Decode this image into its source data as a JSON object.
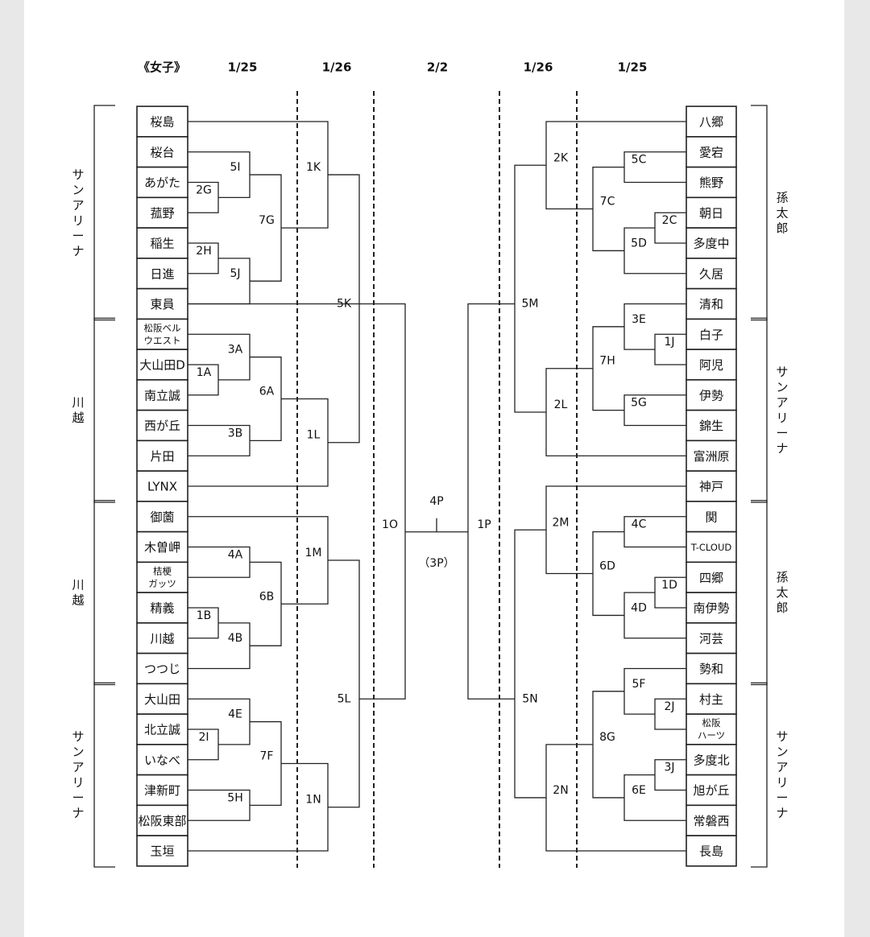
{
  "title": "《女子》",
  "dates": [
    "1/25",
    "1/26",
    "2/2",
    "1/26",
    "1/25"
  ],
  "left_teams": [
    "桜島",
    "桜台",
    "あがた",
    "菰野",
    "稲生",
    "日進",
    "東員",
    [
      "松阪ベル",
      "ウエスト"
    ],
    "大山田D",
    "南立誠",
    "西が丘",
    "片田",
    "LYNX",
    "御薗",
    "木曽岬",
    [
      "桔梗",
      "ガッツ"
    ],
    "精義",
    "川越",
    "つつじ",
    "大山田",
    "北立誠",
    "いなべ",
    "津新町",
    "松阪東部",
    "玉垣"
  ],
  "right_teams": [
    "八郷",
    "愛宕",
    "熊野",
    "朝日",
    "多度中",
    "久居",
    "清和",
    "白子",
    "阿児",
    "伊勢",
    "錦生",
    "富洲原",
    "神戸",
    "関",
    "T-CLOUD",
    "四郷",
    "南伊勢",
    "河芸",
    "勢和",
    "村主",
    [
      "松阪",
      "ハーツ"
    ],
    "多度北",
    "旭が丘",
    "常磐西",
    "長島"
  ],
  "left_groups": [
    "サンアリーナ",
    "川越",
    "川越",
    "サンアリーナ"
  ],
  "right_groups": [
    "孫太郎",
    "サンアリーナ",
    "孫太郎",
    "サンアリーナ"
  ],
  "left_nodes": {
    "r1": [
      "2G",
      "2H",
      "1A",
      "1B",
      "2I"
    ],
    "r2": [
      "5I",
      "5J",
      "3A",
      "3B",
      "4A",
      "4B",
      "4E",
      "5H"
    ],
    "r3": [
      "7G",
      "6A",
      "6B",
      "7F"
    ],
    "r4": [
      "1K",
      "1L",
      "1M",
      "1N"
    ],
    "r5": [
      "5K",
      "5L"
    ],
    "r6": "1O"
  },
  "right_nodes": {
    "r1": [
      "2C",
      "1J",
      "1D",
      "2J",
      "3J"
    ],
    "r2": [
      "5C",
      "5D",
      "3E",
      "5G",
      "4C",
      "4D",
      "5F",
      "6E"
    ],
    "r3": [
      "7C",
      "7H",
      "6D",
      "8G"
    ],
    "r4": [
      "2K",
      "2L",
      "2M",
      "2N"
    ],
    "r5": [
      "5M",
      "5N"
    ],
    "r6": "1P"
  },
  "final": {
    "label": "4P",
    "sublabel": "（3P）"
  }
}
